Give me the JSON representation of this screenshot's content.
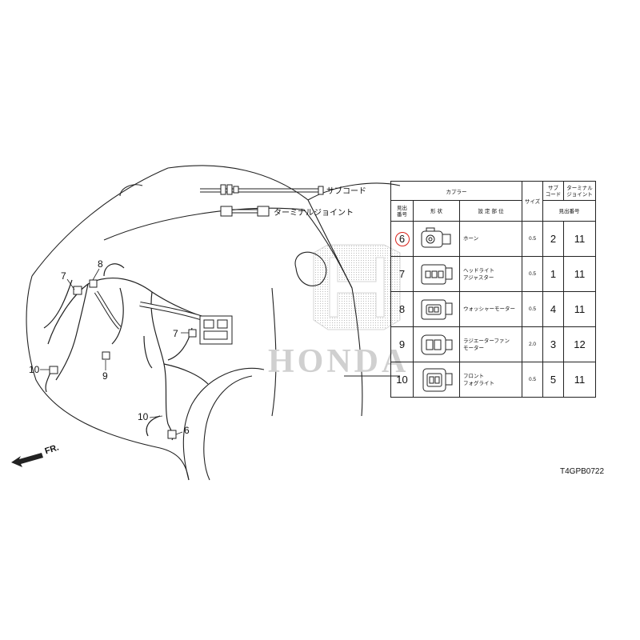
{
  "legend": {
    "sub_cord": "サブコード",
    "terminal_joint": "ターミナルジョイント"
  },
  "callouts": {
    "c8": "8",
    "c7a": "7",
    "c7b": "7",
    "c9": "9",
    "c10a": "10",
    "c10b": "10",
    "c6": "6"
  },
  "front_label": "FR.",
  "diagram_code": "T4GPB0722",
  "watermark_text": "HONDA",
  "table": {
    "headers": {
      "coupler": "カプラー",
      "ref_no": "見出\n番号",
      "shape": "形 状",
      "location": "設 定 部 位",
      "size": "サイズ",
      "sub_cord": "サブ\nコード",
      "terminal_joint": "ターミナル\nジョイント",
      "ref_no_group": "見出番号"
    },
    "rows": [
      {
        "ref": "6",
        "location": "ホーン",
        "size": "0.5",
        "sub": "2",
        "joint": "11"
      },
      {
        "ref": "7",
        "location": "ヘッドライト\nアジャスター",
        "size": "0.5",
        "sub": "1",
        "joint": "11"
      },
      {
        "ref": "8",
        "location": "ウォッシャーモーター",
        "size": "0.5",
        "sub": "4",
        "joint": "11"
      },
      {
        "ref": "9",
        "location": "ラジエーターファン\nモーター",
        "size": "2.0",
        "sub": "3",
        "joint": "12"
      },
      {
        "ref": "10",
        "location": "フロント\nフォグライト",
        "size": "0.5",
        "sub": "5",
        "joint": "11"
      }
    ]
  },
  "colors": {
    "highlight": "#d9241c",
    "line": "#222222",
    "watermark": "#c8c8c8"
  }
}
